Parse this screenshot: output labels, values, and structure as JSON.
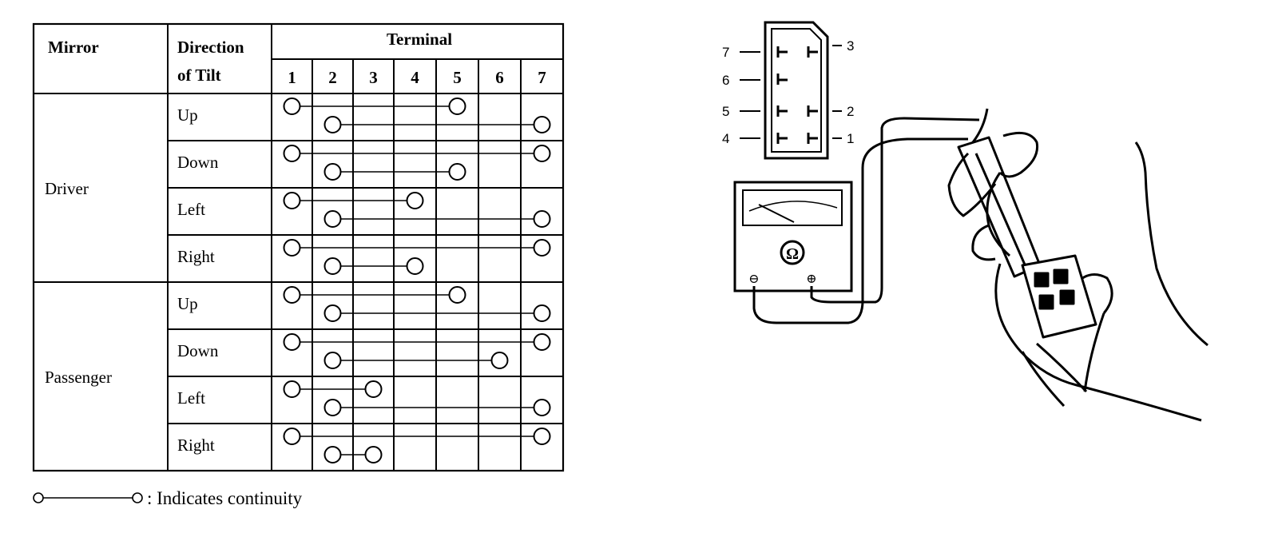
{
  "table": {
    "header_mirror": "Mirror",
    "header_direction_line1": "Direction",
    "header_direction_line2": "of Tilt",
    "header_terminal": "Terminal",
    "terminal_numbers": [
      "1",
      "2",
      "3",
      "4",
      "5",
      "6",
      "7"
    ],
    "groups": [
      {
        "mirror": "Driver",
        "rows": [
          {
            "direction": "Up",
            "links": [
              [
                1,
                5
              ],
              [
                2,
                7
              ]
            ]
          },
          {
            "direction": "Down",
            "links": [
              [
                1,
                7
              ],
              [
                2,
                5
              ]
            ]
          },
          {
            "direction": "Left",
            "links": [
              [
                1,
                4
              ],
              [
                2,
                7
              ]
            ]
          },
          {
            "direction": "Right",
            "links": [
              [
                1,
                7
              ],
              [
                2,
                4
              ]
            ]
          }
        ]
      },
      {
        "mirror": "Passenger",
        "rows": [
          {
            "direction": "Up",
            "links": [
              [
                1,
                5
              ],
              [
                2,
                7
              ]
            ]
          },
          {
            "direction": "Down",
            "links": [
              [
                1,
                7
              ],
              [
                2,
                6
              ]
            ]
          },
          {
            "direction": "Left",
            "links": [
              [
                1,
                3
              ],
              [
                2,
                7
              ]
            ]
          },
          {
            "direction": "Right",
            "links": [
              [
                1,
                7
              ],
              [
                2,
                3
              ]
            ]
          }
        ]
      }
    ]
  },
  "legend": {
    "text": ": Indicates continuity"
  },
  "connector": {
    "pin_labels": {
      "left": [
        "7",
        "6",
        "5",
        "4"
      ],
      "right": [
        "3",
        "2",
        "1"
      ]
    }
  },
  "meter": {
    "symbol": "Ω",
    "neg_symbol": "⊖",
    "pos_symbol": "⊕"
  }
}
